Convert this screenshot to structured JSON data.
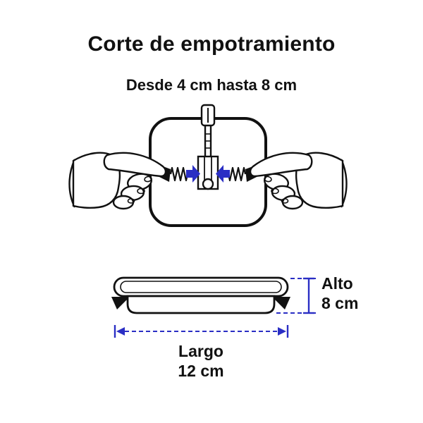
{
  "title": "Corte de empotramiento",
  "subtitle": "Desde 4 cm hasta 8 cm",
  "dimensions": {
    "height_label": "Alto",
    "height_value": "8 cm",
    "length_label": "Largo",
    "length_value": "12 cm"
  },
  "colors": {
    "accent_blue": "#2a2ec4",
    "ink": "#111111"
  },
  "icons": {
    "left_push_arrow": "filled-arrow-pointing-right",
    "right_push_arrow": "filled-arrow-pointing-left"
  }
}
